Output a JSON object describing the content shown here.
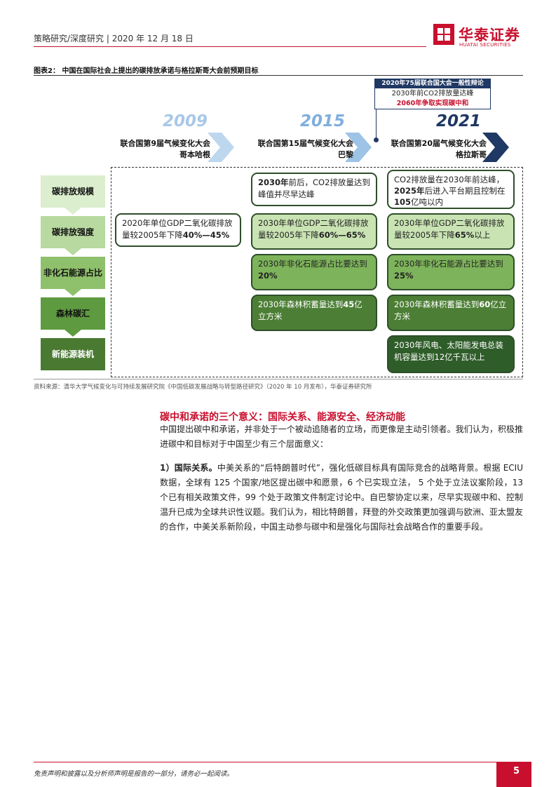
{
  "header": {
    "breadcrumb": "策略研究/深度研究 | 2020 年 12 月 18 日",
    "logo_cn": "华泰证券",
    "logo_en": "HUATAI SECURITIES"
  },
  "figure": {
    "title": "图表2： 中国在国际社会上提出的碳排放承诺与格拉斯哥大会前预期目标",
    "box2020": {
      "title": "2020年75届联合国大会一般性辩论",
      "line1": "2030年前CO2排放量达峰",
      "line2": "2060年争取实现碳中和"
    },
    "years": [
      "2009",
      "2015",
      "2021"
    ],
    "events": [
      {
        "line1": "联合国第9届气候变化大会",
        "line2": "哥本哈根"
      },
      {
        "line1": "联合国第15届气候变化大会",
        "line2": "巴黎"
      },
      {
        "line1": "联合国第20届气候变化大会",
        "line2": "格拉斯哥"
      }
    ],
    "rows": [
      "碳排放规模",
      "碳排放强度",
      "非化石能源占比",
      "森林碳汇",
      "新能源装机"
    ],
    "cells": {
      "c2009_intensity": {
        "pre": "2020年单位GDP二氧化碳排放量较2005年下降",
        "bold": "40%—45%",
        "post": ""
      },
      "c2015_scale": {
        "bold": "2030年",
        "post": "前后，CO2排放量达到峰值并尽早达峰"
      },
      "c2015_intensity": {
        "pre": "2030年单位GDP二氧化碳排放量较2005年下降",
        "bold": "60%—65%"
      },
      "c2015_nonfossil": {
        "pre": "2030年非化石能源占比要达到",
        "bold": "20%"
      },
      "c2015_forest": {
        "pre": "2030年森林积蓄量达到",
        "bold": "45",
        "post": "亿立方米"
      },
      "c2021_scale": {
        "pre": "CO2排放量在2030年前达峰，",
        "bold1": "2025年",
        "mid": "后进入平台期且控制在",
        "bold2": "105",
        "post": "亿吨以内"
      },
      "c2021_intensity": {
        "pre": "2030年单位GDP二氧化碳排放量较2005年下降",
        "bold": "65%",
        "post": "以上"
      },
      "c2021_nonfossil": {
        "pre": "2030年非化石能源占比要达到",
        "bold": "25%"
      },
      "c2021_forest": {
        "pre": "2030年森林积蓄量达到",
        "bold": "60",
        "post": "亿立方米"
      },
      "c2021_newenergy": {
        "pre": "2030年风电、太阳能发电总装机容量达到12亿千瓦以上"
      }
    },
    "source": "资料来源：清华大学气候变化与可持续发展研究院《中国低碳发展战略与转型路径研究》（2020 年 10 月发布），华泰证券研究所"
  },
  "section": {
    "title": "碳中和承诺的三个意义：国际关系、能源安全、经济动能",
    "intro": "中国提出碳中和承诺，并非处于一个被动追随者的立场，而更像是主动引领者。我们认为，积极推进碳中和目标对于中国至少有三个层面意义：",
    "point1_label": "1）国际关系。",
    "point1_text": "中美关系的“后特朗普时代”，强化低碳目标具有国际竞合的战略背景。根据 ECIU 数据，全球有 125 个国家/地区提出碳中和愿景，6 个已实现立法， 5 个处于立法议案阶段，13 个已有相关政策文件，99 个处于政策文件制定讨论中。自巴黎协定以来，尽早实现碳中和、控制温升已成为全球共识性议题。我们认为，相比特朗普，拜登的外交政策更加强调与欧洲、亚太盟友的合作，中美关系新阶段，中国主动参与碳中和是强化与国际社会战略合作的重要手段。"
  },
  "footer": {
    "disclaimer": "免责声明和披露以及分析师声明是报告的一部分，请务必一起阅读。",
    "page": "5"
  },
  "colors": {
    "brand_red": "#c8102e",
    "navy": "#1f3864",
    "year_light": "#9dc3e6",
    "year_mid": "#5b9bd5"
  }
}
